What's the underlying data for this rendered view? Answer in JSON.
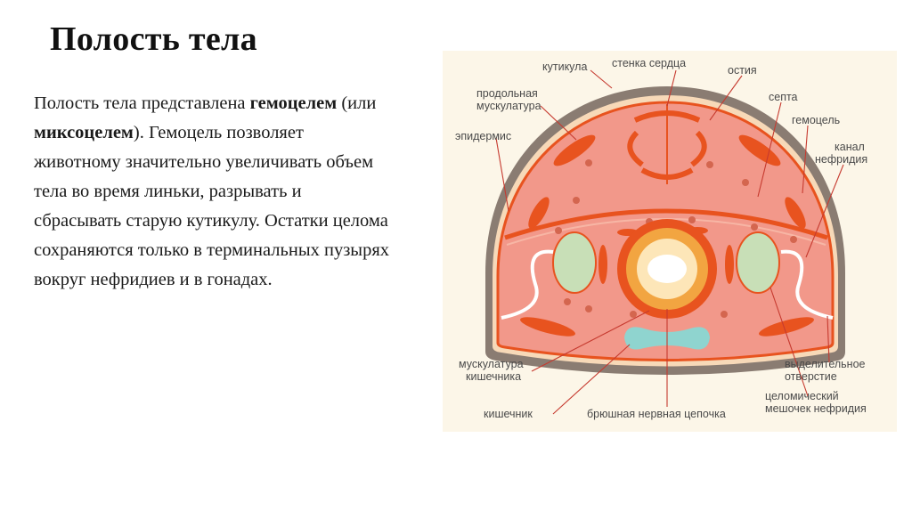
{
  "slide": {
    "title": "Полость тела",
    "paragraph": {
      "t1": "Полость тела представлена ",
      "b1": "гемоцелем",
      "t2": " (или ",
      "b2": "миксоцелем",
      "t3": "). Гемоцель позволяет животному значительно увеличивать объем тела во время линьки, разрывать и сбрасывать старую кутикулу. Остатки целома сохраняются только в терминальных пузырях вокруг нефридиев и в гонадах."
    }
  },
  "diagram": {
    "labels": {
      "kutikula": "кутикула",
      "stenka_serdca": "стенка сердца",
      "ostiya": "остия",
      "prodolnaya_1": "продольная",
      "prodolnaya_2": "мускулатура",
      "septa": "септа",
      "gemocel": "гемоцель",
      "epidermis": "эпидермис",
      "kanal_1": "канал",
      "kanal_2": "нефридия",
      "muskulatura_kish_1": "мускулатура",
      "muskulatura_kish_2": "кишечника",
      "vydelitelnoe_1": "выделительное",
      "vydelitelnoe_2": "отверстие",
      "celom_1": "целомический",
      "celom_2": "мешочек нефридия",
      "kishechnik": "кишечник",
      "nervnaya": "брюшная нервная цепочка"
    },
    "colors": {
      "panel": "#fcf6e8",
      "cuticle": "#8a7c72",
      "body_fill": "#f2988a",
      "muscle": "#e8531f",
      "sac": "#c8dfb7",
      "cord": "#8fd4cf",
      "gut_ring": "#f2a541",
      "leader": "#c63a2f"
    }
  }
}
